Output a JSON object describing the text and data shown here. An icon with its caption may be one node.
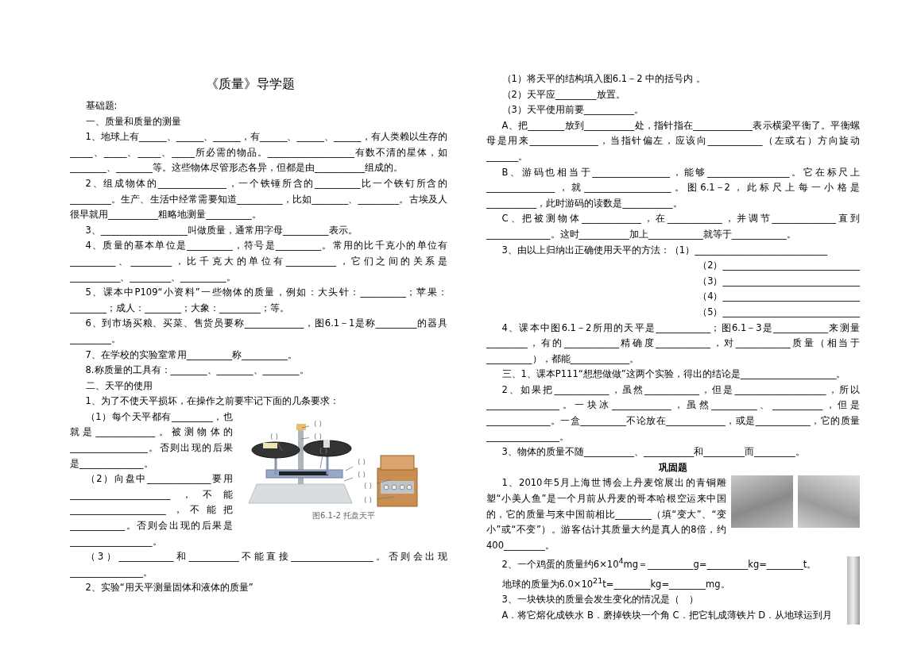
{
  "diagram": {
    "title": "《质量》导学题",
    "nodes": [
      {
        "text": [
          "( )"
        ]
      },
      {
        "text": [
          "( )"
        ]
      },
      {
        "text": [
          "( )"
        ]
      },
      {
        "text": [
          "( )"
        ]
      },
      {
        "text": [
          "( )"
        ]
      },
      {
        "text": [
          "( )"
        ]
      },
      {
        "text": [
          "( )"
        ]
      },
      {
        "text": [
          "( )"
        ]
      }
    ],
    "edges": [
      {
        "from": 0,
        "to": null,
        "arrow": "none"
      },
      {
        "from": 1,
        "to": null,
        "arrow": "none"
      },
      {
        "from": 2,
        "to": null,
        "arrow": "none"
      },
      {
        "from": 3,
        "to": null,
        "arrow": "none"
      },
      {
        "from": 4,
        "to": null,
        "arrow": "none"
      },
      {
        "from": 5,
        "to": null,
        "arrow": "none"
      },
      {
        "from": 6,
        "to": null,
        "arrow": "none"
      },
      {
        "from": 7,
        "to": null,
        "arrow": "none"
      }
    ],
    "labels": [
      "基础题:",
      "一、质量和质量的测量",
      "1、地球上有______、______、______，有______、______、______，有人类赖以生存的_____、_____、_____、_____所必需的物品。___________________有数不清的星体，如________、________等。这些物体尽管形态各异，但都是由___________组成的。",
      "2、组成物体的_______________，一个铁锤所含的__________比一个铁钉所含的_________。生产、生活中经常需要知道__________，比如________、_________。古埃及人很早就用___________粗略地测量__________。",
      "3、___________________叫做质量，通常用字母__________表示。",
      "4、质量的基本单位是__________，符号是__________。常用的比千克小的单位有__________、_________，比千克大的单位有___________，它们之间的关系是___________、_________、__________。",
      "5、课本中P109“小资料”一些物体的质量，例如：大头针：__________；苹果：________；成人：________；大象：_________；等。",
      "6、到市场买粮、买菜、售货员要称_____________，图6.1－1是称_________的器具_________。",
      "7、在学校的实验室常用__________称__________。",
      "8.称质量的工具有：________、________、________。",
      "二、天平的使用",
      "1、为了不使天平损坏，在操作之前要牢记下面的几条要求：",
      "（1）每个天平都有_________，也就是_____________。被测物体的_________________。否则出现的后果是______________。",
      "（2）向盘中______________要用______________________，不能_____________________，不能把____________。否则会出现的后果是__________________。",
      "图6.1-2 托盘天平",
      "（3）____________和___________不能直接__________________。否则会出现________________。",
      "2、实验“用天平测量固体和液体的质量”",
      "（1）将天平的结构填入图6.1－2 中的括号内 。",
      "（2）天平应_________放置。",
      "（3）天平使用前要___________。",
      "A、把________放到___________处，指针指在_____________表示横梁平衡了。平衡螺母是用来_______________，当指针偏左，应该向____________（左或右）方向旋动_______。",
      "B、游码也相当于_________________，能够__________________。它在标尺上_______________，就___________________。图6.1－2，此标尺上每一小格是___________，此时游码的读数是___________。",
      "C、把被测物体_____________，在____________，并调节______________直到______________。这时___________加上____________就等于____________。",
      "3、由以上归纳出正确使用天平的方法：（1）_____________________________",
      "（2）______________________________",
      "（3）______________________________",
      "（4）______________________________",
      "（5）______________________________",
      "4、课本中图6.1－2所用的天平是____________；图6.1－3是____________来测量_________，有的____________精确度____________，对____________质量（相当于__________），都能_____________。",
      "三、1、课本P111“想想做做”这两个实验，得出的结论是_____________________。",
      "2、如果把____________，虽然____________，但是____________________，所以________________。一块冰_____________，虽然__________、___________，但是______________。一盒__________不论放在_____________，或是____________，它的质量________________。",
      "3、物体的质量不随___________、___________和_________而_________。",
      "巩固题",
      "1、2010年5月上海世博会上丹麦馆展出的青铜雕塑“小美人鱼”是一个月前从丹麦的哥本哈根空运来中国的，它的质量与来中国前相比________（填“变大”、“变小”或“不变”）。游客估计其质量大约是真人的8倍，约400_________。",
      "2、一个鸡蛋的质量约6×10$^{4}$mg＝__________g=_________kg=________t。",
      "地球的质量为6.0×10$^{21}$t=________kg=________mg。",
      "3、一块铁块的质量会发生变化的情况是（　）",
      "A．将它熔化成铁水 B．磨掉铁块一个角 C．把它轧成薄铁片 D．从地球运到月"
    ]
  }
}
